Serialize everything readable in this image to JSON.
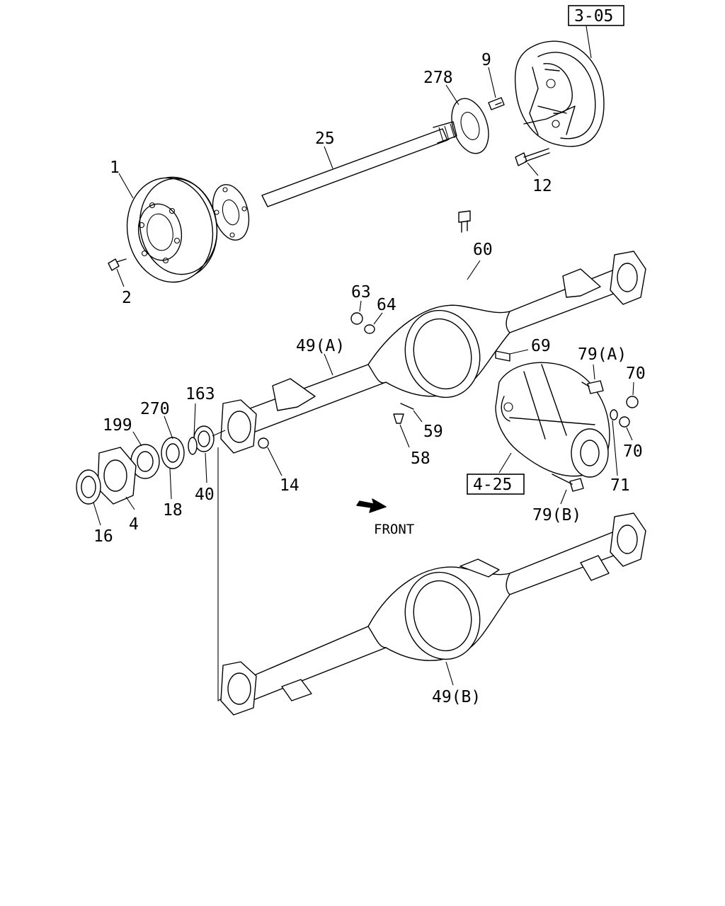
{
  "diagram": {
    "refs": {
      "brake_panel": "3-05",
      "differential": "4-25"
    },
    "direction_label": "FRONT",
    "callouts": {
      "brake_drum": "1",
      "drum_bolt": "2",
      "axle_shaft": "25",
      "shaft_seal_flange": "278",
      "flange_bolt": "9",
      "panel_bolt": "12",
      "breather_plug": "60",
      "nut_63": "63",
      "washer_64": "64",
      "housing_a": "49(A)",
      "stud_69": "69",
      "carrier_bolt_a": "79(A)",
      "nut_70_upper": "70",
      "nut_70_lower": "70",
      "washer_71": "71",
      "carrier_bolt_b": "79(B)",
      "drain_plug_58": "58",
      "gasket_59": "59",
      "plug_14": "14",
      "oil_seal_163": "163",
      "bearing_race_270": "270",
      "bearing_199": "199",
      "cone_18": "18",
      "seal_40": "40",
      "hub_flange_4": "4",
      "seal_16": "16",
      "housing_b": "49(B)"
    }
  }
}
